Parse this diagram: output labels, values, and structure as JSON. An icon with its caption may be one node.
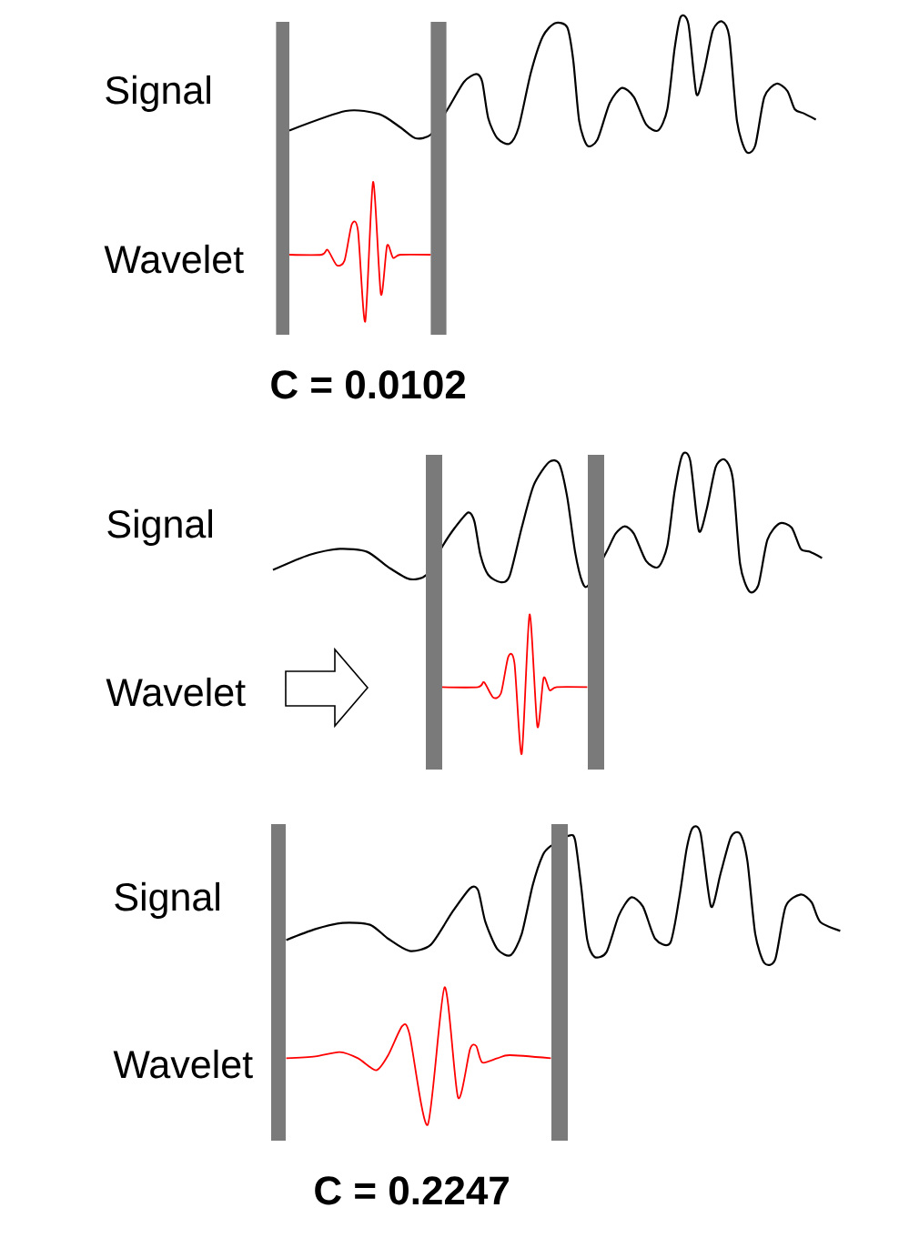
{
  "diagram": {
    "labels": [
      "Signal",
      "Wavelet",
      "C = 0.0102",
      "Signal",
      "Wavelet",
      "Signal",
      "Wavelet",
      "C = 0.2247"
    ]
  }
}
